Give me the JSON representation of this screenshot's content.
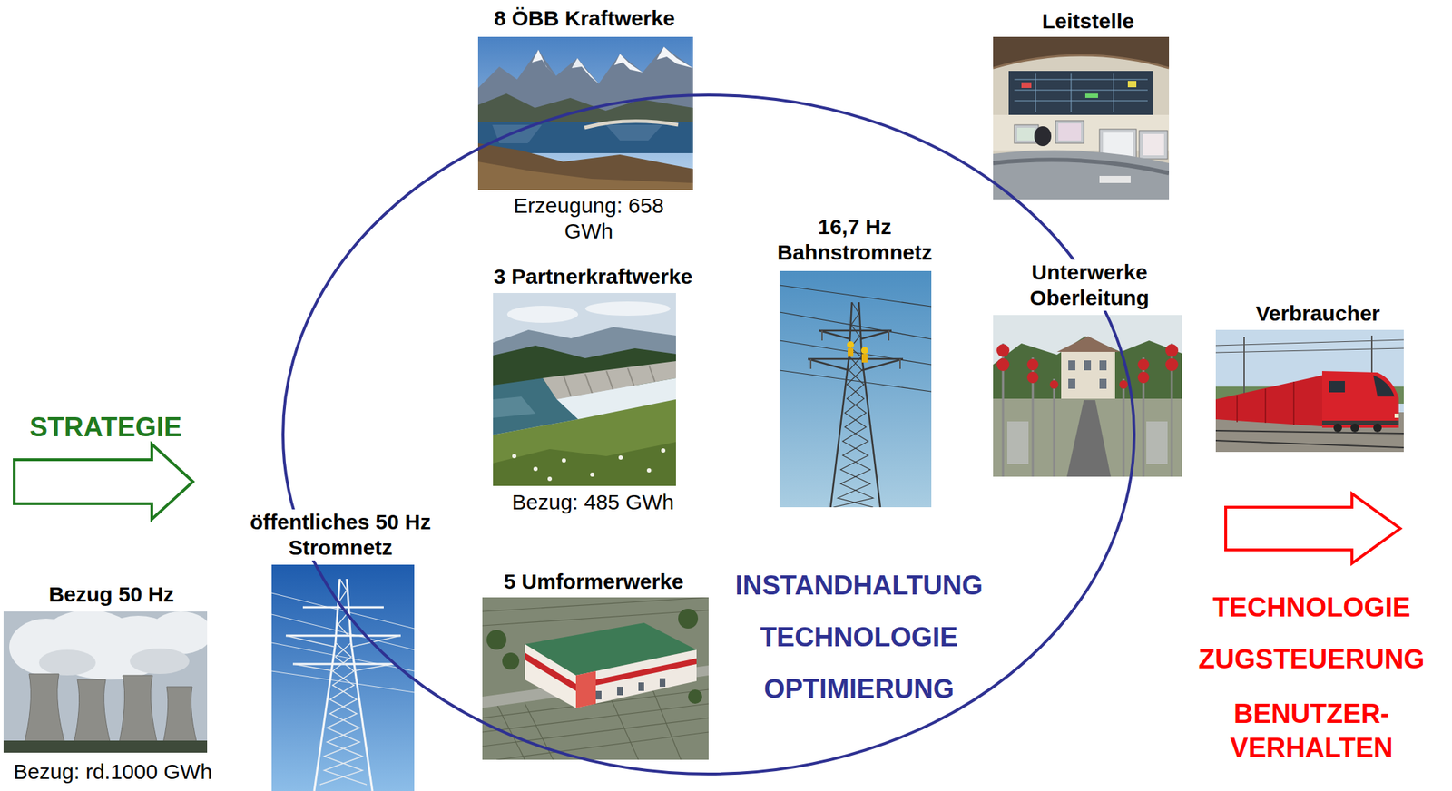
{
  "diagram": {
    "nodes": [
      {
        "text": [
          "INSTANDHALTUNG",
          "TECHNOLOGIE",
          "OPTIMIERUNG"
        ]
      },
      {
        "text": [
          "8 ÖBB Kraftwerke",
          "Erzeugung: 658 GWh"
        ]
      },
      {
        "text": [
          "Leitstelle"
        ]
      },
      {
        "text": [
          "3 Partnerkraftwerke",
          "Bezug: 485 GWh"
        ],
        "in": 0
      },
      {
        "text": [
          "16,7 Hz Bahnstromnetz"
        ],
        "in": 0
      },
      {
        "text": [
          "Unterwerke Oberleitung"
        ]
      },
      {
        "text": [
          "Verbraucher"
        ]
      },
      {
        "text": [
          "öffentliches 50 Hz Stromnetz"
        ]
      },
      {
        "text": [
          "Bezug 50 Hz",
          "Bezug: rd.1000 GWh"
        ]
      },
      {
        "text": [
          "5 Umformerwerke"
        ],
        "in": 0
      }
    ],
    "labels": [
      "STRATEGIE",
      "TECHNOLOGIE",
      "ZUGSTEUERUNG",
      "BENUTZER- VERHALTEN"
    ]
  }
}
